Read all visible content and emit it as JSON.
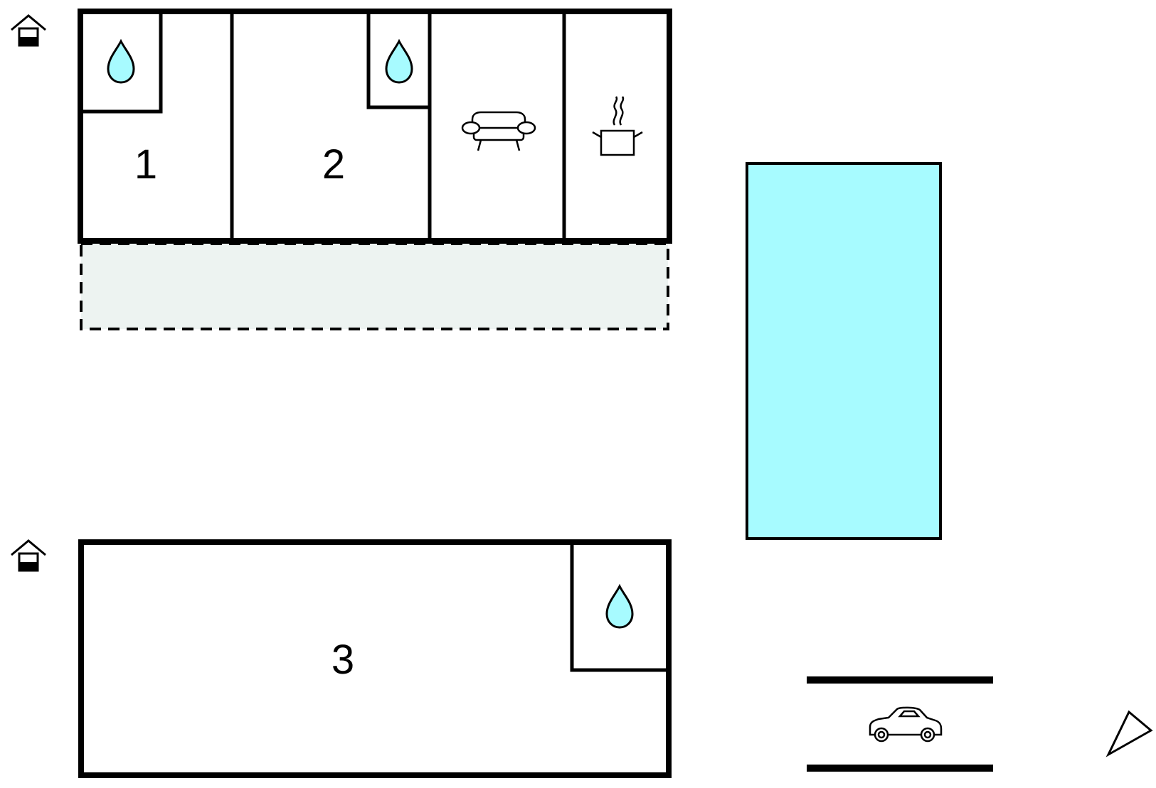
{
  "rooms": [
    {
      "label": "1"
    },
    {
      "label": "2"
    },
    {
      "label": "3"
    }
  ],
  "colors": {
    "water": "#a7fbff",
    "pool": "#a7fbff",
    "terrace": "#edf3f1",
    "line": "#000000"
  },
  "icons": [
    "house-entrance-icon",
    "water-drop-icon",
    "sofa-icon",
    "cooking-pot-icon",
    "car-icon",
    "compass-arrow-icon"
  ]
}
